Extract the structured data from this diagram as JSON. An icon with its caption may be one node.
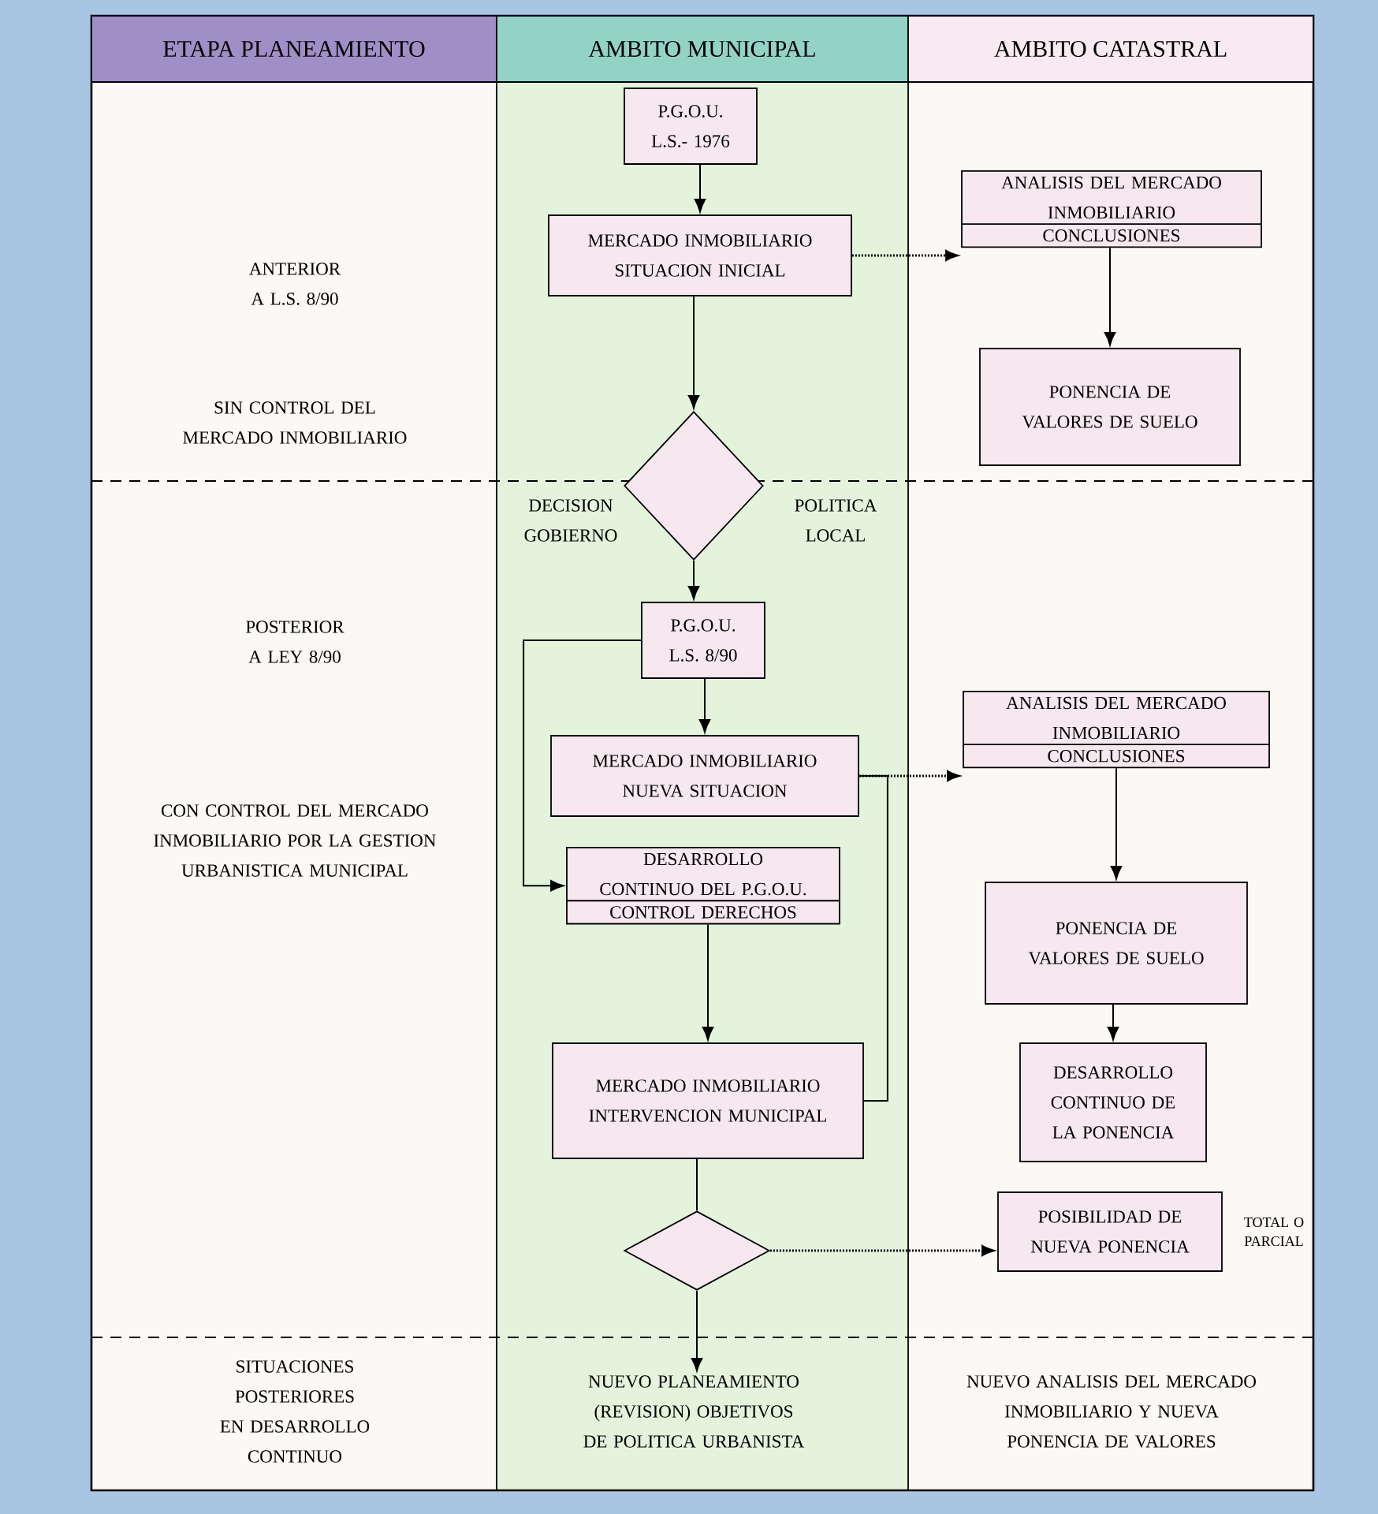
{
  "diagram": {
    "nodes": [
      {
        "text": [
          "ETAPA PLANEAMIENTO"
        ]
      },
      {
        "text": [
          "AMBITO MUNICIPAL"
        ]
      },
      {
        "text": [
          "AMBITO CATASTRAL"
        ]
      },
      {
        "text": [
          "P.G.O.U. L.S.- 1976"
        ]
      },
      {
        "text": [
          "MERCADO INMOBILIARIO SITUACION INICIAL"
        ]
      },
      {
        "text": [
          "ANALISIS DEL MERCADO INMOBILIARIO",
          "CONCLUSIONES"
        ]
      },
      {
        "text": [
          "PONENCIA DE VALORES DE SUELO"
        ]
      },
      {
        "text": [],
        "shape": "diamond"
      },
      {
        "text": [
          "P.G.O.U. L.S. 8/90"
        ]
      },
      {
        "text": [
          "MERCADO INMOBILIARIO NUEVA SITUACION"
        ]
      },
      {
        "text": [
          "DESARROLLO CONTINUO DEL P.G.O.U.",
          "CONTROL DERECHOS"
        ]
      },
      {
        "text": [
          "MERCADO INMOBILIARIO INTERVENCION MUNICIPAL"
        ]
      },
      {
        "text": [],
        "shape": "diamond"
      },
      {
        "text": [
          "NUEVO PLANEAMIENTO (REVISION) OBJETIVOS DE POLITICA URBANISTA"
        ]
      },
      {
        "text": [
          "ANALISIS DEL MERCADO INMOBILIARIO",
          "CONCLUSIONES"
        ]
      },
      {
        "text": [
          "PONENCIA DE VALORES DE SUELO"
        ]
      },
      {
        "text": [
          "DESARROLLO CONTINUO DE LA PONENCIA"
        ]
      },
      {
        "text": [
          "POSIBILIDAD DE NUEVA PONENCIA"
        ],
        "beside": [
          "TOTAL O PARCIAL"
        ]
      }
    ],
    "edges": [
      {
        "from": 3,
        "to": 4,
        "arrow": "to"
      },
      {
        "from": 4,
        "to": 5,
        "arrow": "to",
        "style": "dashed"
      },
      {
        "from": 5,
        "to": 6,
        "arrow": "to"
      },
      {
        "from": 4,
        "to": 7,
        "arrow": "to"
      },
      {
        "from": 7,
        "to": 8,
        "arrow": "to"
      },
      {
        "from": 8,
        "to": 9,
        "arrow": "to"
      },
      {
        "from": 8,
        "to": 10,
        "arrow": "to"
      },
      {
        "from": 9,
        "to": 14,
        "arrow": "to",
        "style": "dashed"
      },
      {
        "from": 9,
        "to": 11,
        "arrow": "none"
      },
      {
        "from": 10,
        "to": 11,
        "arrow": "to"
      },
      {
        "from": 11,
        "to": 12,
        "arrow": "none"
      },
      {
        "from": 12,
        "to": 13,
        "arrow": "to"
      },
      {
        "from": 12,
        "to": 17,
        "arrow": "to",
        "style": "dashed"
      },
      {
        "from": 14,
        "to": 15,
        "arrow": "to"
      },
      {
        "from": 15,
        "to": 16,
        "arrow": "to"
      }
    ],
    "labels": [
      "ANTERIOR A L.S. 8/90",
      "SIN CONTROL DEL MERCADO INMOBILIARIO",
      "DECISION GOBIERNO",
      "POLITICA LOCAL",
      "POSTERIOR A LEY 8/90",
      "CON CONTROL DEL MERCADO INMOBILIARIO POR LA GESTION URBANISTICA MUNICIPAL",
      "SITUACIONES POSTERIORES EN DESARROLLO CONTINUO",
      "NUEVO ANALISIS DEL MERCADO INMOBILIARIO Y NUEVA PONENCIA DE VALORES"
    ]
  }
}
